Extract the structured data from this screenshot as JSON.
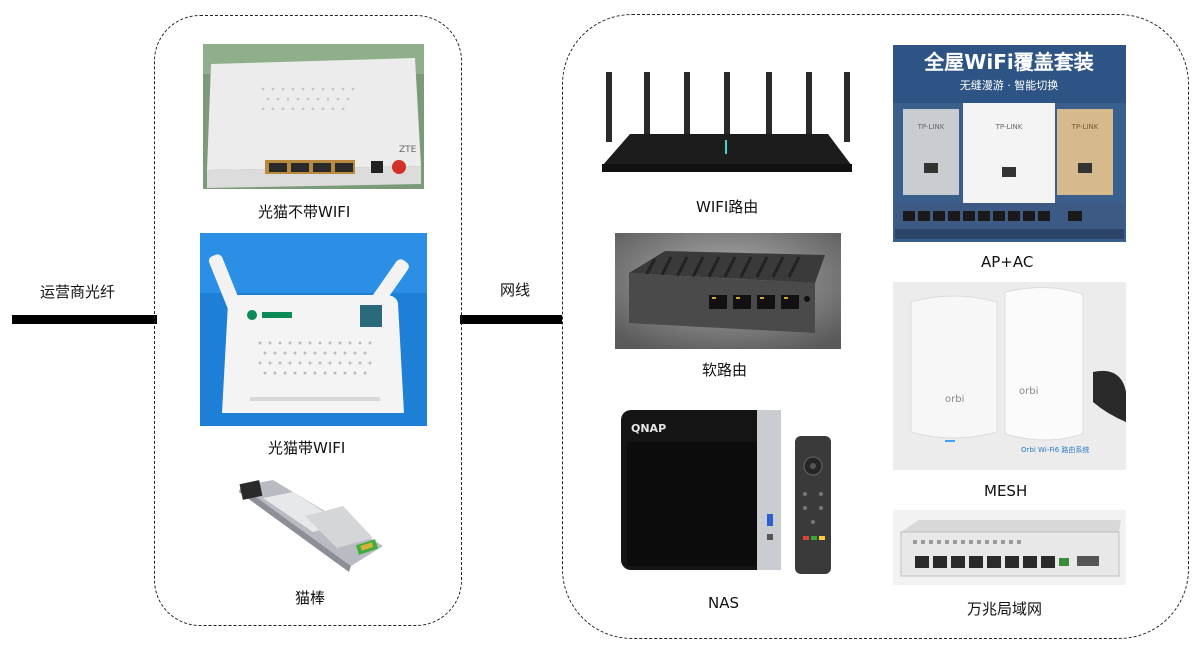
{
  "left_labels": {
    "fiber": "运营商光纤",
    "cable": "网线"
  },
  "left_group": {
    "items": [
      {
        "label": "光猫不带WIFI",
        "device_text": "ZTE"
      },
      {
        "label": "光猫带WIFI"
      },
      {
        "label": "猫棒"
      }
    ]
  },
  "right_group": {
    "items": [
      {
        "label": "WIFI路由"
      },
      {
        "label": "软路由"
      },
      {
        "label": "NAS",
        "device_text": "QNAP"
      },
      {
        "label": "AP+AC",
        "banner_title": "全屋WiFi覆盖套装",
        "banner_subtitle": "无缝漫游 · 智能切换",
        "panel_brand": "TP-LINK"
      },
      {
        "label": "MESH",
        "device_text": "orbi",
        "caption": "Orbi Wi-Fi6 路由系统"
      },
      {
        "label": "万兆局域网"
      }
    ]
  }
}
